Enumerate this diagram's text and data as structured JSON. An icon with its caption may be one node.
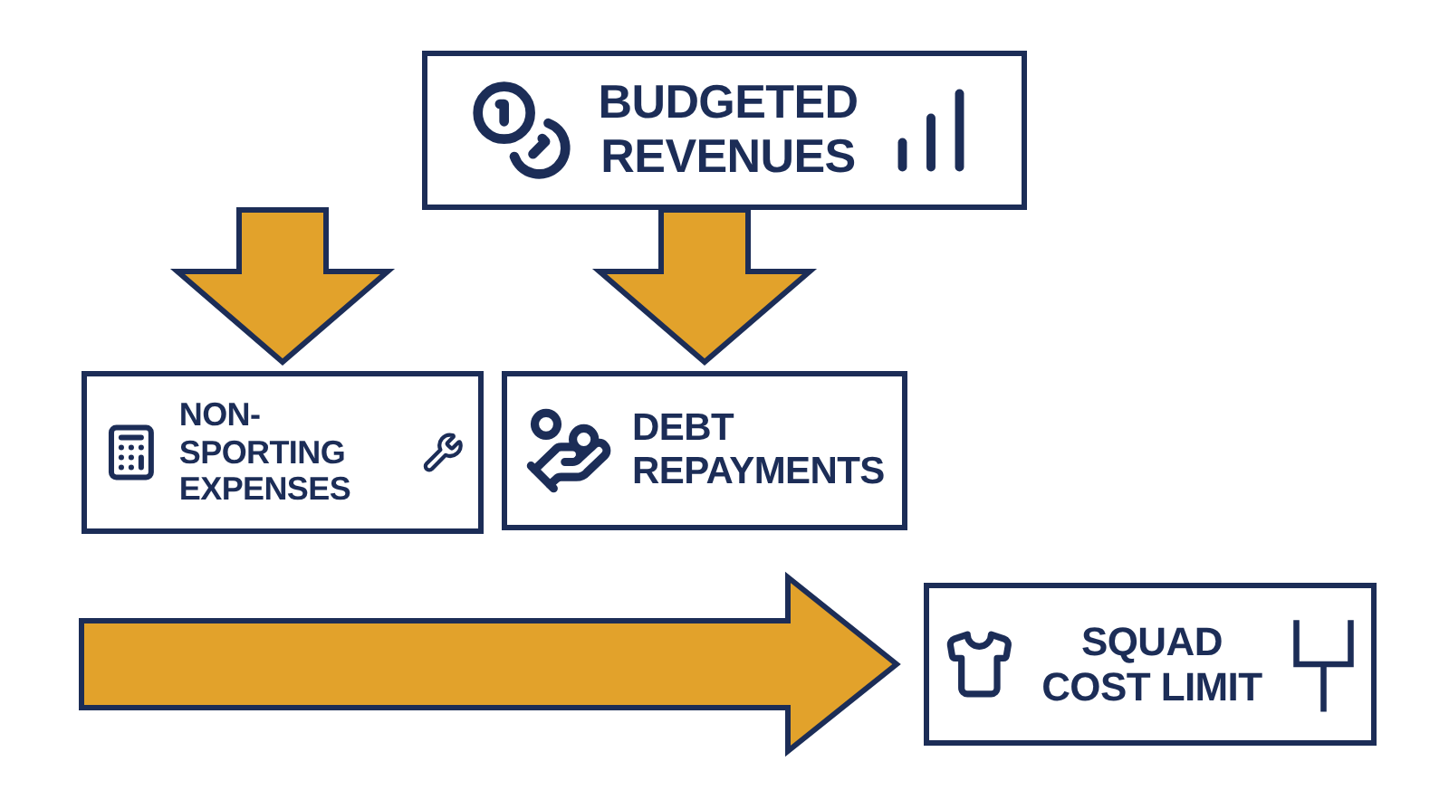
{
  "diagram": {
    "nodes": [
      {
        "text": [
          "BUDGETED REVENUES"
        ]
      },
      {
        "text": [
          "NON-SPORTING EXPENSES"
        ]
      },
      {
        "text": [
          "DEBT REPAYMENTS"
        ]
      },
      {
        "text": [
          "SQUAD COST LIMIT"
        ]
      }
    ],
    "edges": [
      {
        "from": 0,
        "to": 1,
        "arrow": "to"
      },
      {
        "from": 0,
        "to": 2,
        "arrow": "to"
      },
      {
        "from": null,
        "to": 3,
        "arrow": "to"
      }
    ]
  }
}
